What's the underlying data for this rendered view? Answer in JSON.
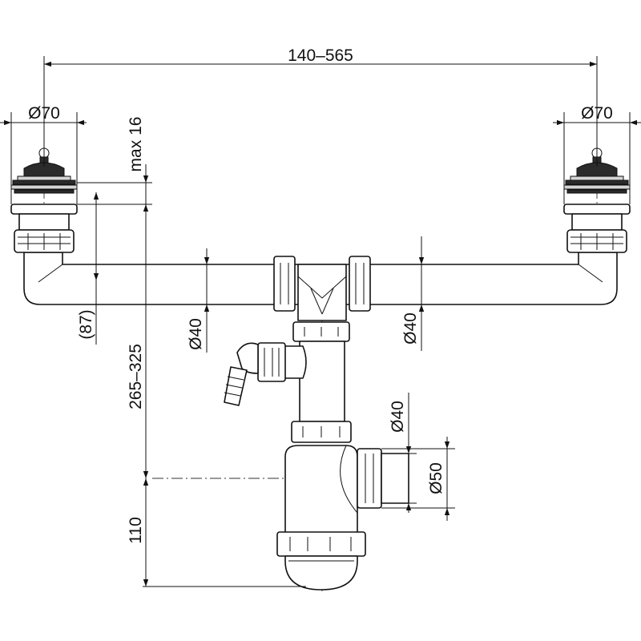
{
  "dimensions": {
    "top_span": "140–565",
    "left_strainer_diameter": "Ø70",
    "right_strainer_diameter": "Ø70",
    "max_height": "max 16",
    "height_87": "(87)",
    "height_range": "265–325",
    "left_pipe_diameter": "Ø40",
    "right_pipe_diameter": "Ø40",
    "outlet_diameter_40": "Ø40",
    "outlet_diameter_50": "Ø50",
    "trap_height": "110"
  }
}
